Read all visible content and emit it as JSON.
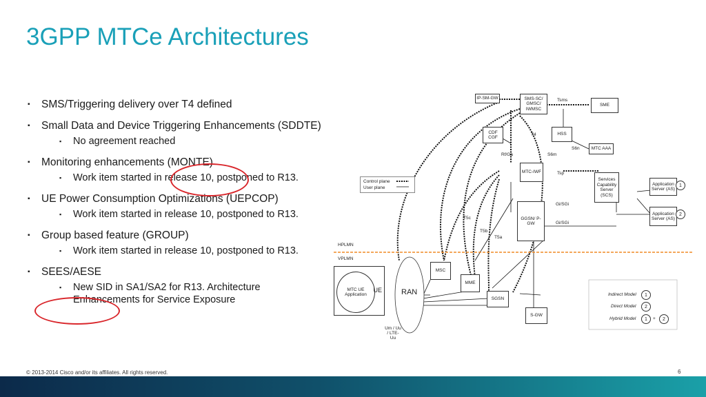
{
  "slide": {
    "title": "3GPP MTCe Architectures",
    "footer": "© 2013-2014  Cisco and/or its affiliates. All rights reserved.",
    "page_number": "6",
    "bullets": [
      {
        "text": "SMS/Triggering delivery over T4 defined"
      },
      {
        "text": "Small Data and Device Triggering Enhancements (SDDTE)",
        "sub": "No agreement reached"
      },
      {
        "text": "Monitoring enhancements (MONTE)",
        "sub": "Work item started in release 10, postponed to R13."
      },
      {
        "text": "UE Power Consumption Optimizations (UEPCOP)",
        "sub": "Work item started in release 10, postponed to R13."
      },
      {
        "text": "Group based feature (GROUP)",
        "sub": "Work item started in release 10, postponed to R13."
      },
      {
        "text": "SEES/AESE",
        "sub": "New SID in SA1/SA2 for R13. Architecture Enhancements for Service Exposure"
      }
    ]
  },
  "diagram": {
    "nodes": {
      "ip_sm_gw": "IP-SM-GW",
      "sms_sc": "SMS-SC/ GMSC/ IWMSC",
      "sme": "SME",
      "cdf": "CDF CGF",
      "hss": "HSS",
      "mtc_aaa": "MTC AAA",
      "mtc_iwf": "MTC-IWF",
      "scs": "Services Capability Server (SCS)",
      "as1": "Application Server (AS)",
      "as2": "Application Server (AS)",
      "ggsn": "GGSN/ P-GW",
      "msc": "MSC",
      "mme": "MME",
      "sgsn": "SGSN",
      "sgw": "S-GW",
      "ran": "RAN",
      "ue": "UE",
      "mtc_ue_app": "MTC UE Application"
    },
    "labels": {
      "tsms": "Tsms",
      "t4": "T4",
      "s6n": "S6n",
      "rf_ga": "Rf/Ga",
      "s6m": "S6m",
      "tsp": "Tsp",
      "gi_sgi_1": "Gi/SGi",
      "gi_sgi_2": "Gi/SGi",
      "t5c": "T5c",
      "t5b": "T5b",
      "t5a": "T5a",
      "hplmn": "HPLMN",
      "vplmn": "VPLMN",
      "um": "Um / Uu / LTE-Uu"
    },
    "legend": {
      "control": "Control plane",
      "user": "User plane"
    },
    "models": {
      "indirect": "Indirect Model",
      "direct": "Direct Model",
      "hybrid": "Hybrid Model",
      "n1": "1",
      "n2": "2",
      "plus": "+"
    },
    "as_badges": {
      "as1": "1",
      "as2": "2"
    }
  },
  "colors": {
    "title": "#1aa0b8",
    "highlight": "#d9262b",
    "plmn_line": "#f08a24"
  }
}
